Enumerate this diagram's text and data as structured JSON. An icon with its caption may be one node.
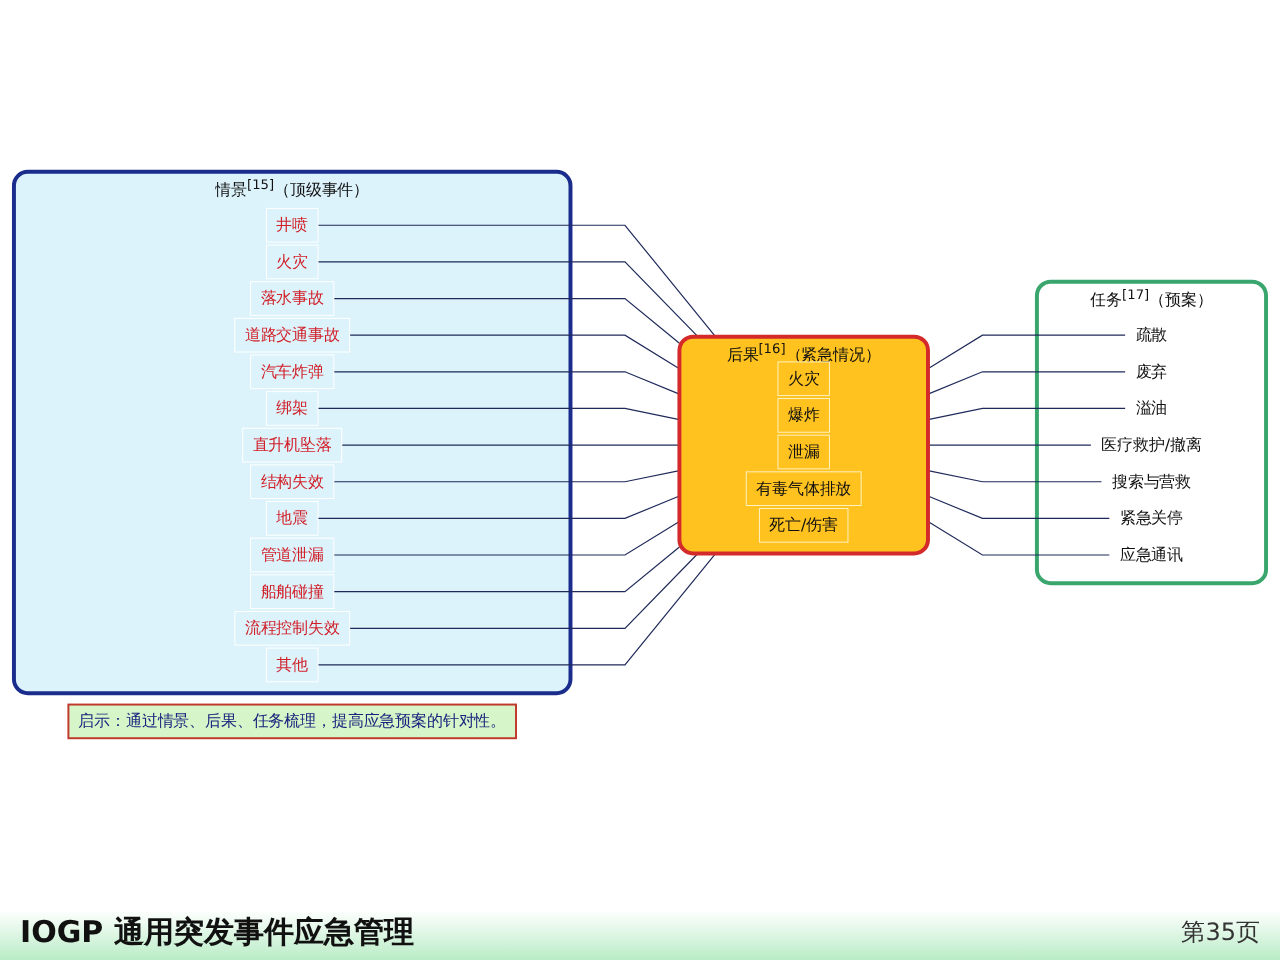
{
  "diagram": {
    "nodes": [
      {
        "text": [
          "情景$^{[15]}$（顶级事件）"
        ]
      },
      {
        "text": [
          "井喷"
        ],
        "in": 0
      },
      {
        "text": [
          "火灾"
        ],
        "in": 0
      },
      {
        "text": [
          "落水事故"
        ],
        "in": 0
      },
      {
        "text": [
          "道路交通事故"
        ],
        "in": 0
      },
      {
        "text": [
          "汽车炸弹"
        ],
        "in": 0
      },
      {
        "text": [
          "绑架"
        ],
        "in": 0
      },
      {
        "text": [
          "直升机坠落"
        ],
        "in": 0
      },
      {
        "text": [
          "结构失效"
        ],
        "in": 0
      },
      {
        "text": [
          "地震"
        ],
        "in": 0
      },
      {
        "text": [
          "管道泄漏"
        ],
        "in": 0
      },
      {
        "text": [
          "船舶碰撞"
        ],
        "in": 0
      },
      {
        "text": [
          "流程控制失效"
        ],
        "in": 0
      },
      {
        "text": [
          "其他"
        ],
        "in": 0
      },
      {
        "text": [
          "后果$^{[16]}$（紧急情况）"
        ]
      },
      {
        "text": [
          "火灾"
        ],
        "in": 14
      },
      {
        "text": [
          "爆炸"
        ],
        "in": 14
      },
      {
        "text": [
          "泄漏"
        ],
        "in": 14
      },
      {
        "text": [
          "有毒气体排放"
        ],
        "in": 14
      },
      {
        "text": [
          "死亡/伤害"
        ],
        "in": 14
      },
      {
        "text": [
          "任务$^{[17]}$（预案）"
        ]
      },
      {
        "text": [
          "疏散"
        ],
        "in": 20
      },
      {
        "text": [
          "废弃"
        ],
        "in": 20
      },
      {
        "text": [
          "溢油"
        ],
        "in": 20
      },
      {
        "text": [
          "医疗救护/撤离"
        ],
        "in": 20
      },
      {
        "text": [
          "搜索与营救"
        ],
        "in": 20
      },
      {
        "text": [
          "紧急关停"
        ],
        "in": 20
      },
      {
        "text": [
          "应急通讯"
        ],
        "in": 20
      },
      {
        "text": [
          "启示：通过情景、后果、任务梳理，提高应急预案的针对性。"
        ]
      }
    ],
    "edges": [
      {
        "from": 1,
        "to": 14,
        "arrow": "none"
      },
      {
        "from": 2,
        "to": 14,
        "arrow": "none"
      },
      {
        "from": 3,
        "to": 14,
        "arrow": "none"
      },
      {
        "from": 4,
        "to": 14,
        "arrow": "none"
      },
      {
        "from": 5,
        "to": 14,
        "arrow": "none"
      },
      {
        "from": 6,
        "to": 14,
        "arrow": "none"
      },
      {
        "from": 7,
        "to": 14,
        "arrow": "none"
      },
      {
        "from": 8,
        "to": 14,
        "arrow": "none"
      },
      {
        "from": 9,
        "to": 14,
        "arrow": "none"
      },
      {
        "from": 10,
        "to": 14,
        "arrow": "none"
      },
      {
        "from": 11,
        "to": 14,
        "arrow": "none"
      },
      {
        "from": 12,
        "to": 14,
        "arrow": "none"
      },
      {
        "from": 13,
        "to": 14,
        "arrow": "none"
      },
      {
        "from": 14,
        "to": 21,
        "arrow": "none"
      },
      {
        "from": 14,
        "to": 22,
        "arrow": "none"
      },
      {
        "from": 14,
        "to": 23,
        "arrow": "none"
      },
      {
        "from": 14,
        "to": 24,
        "arrow": "none"
      },
      {
        "from": 14,
        "to": 25,
        "arrow": "none"
      },
      {
        "from": 14,
        "to": 26,
        "arrow": "none"
      },
      {
        "from": 14,
        "to": 27,
        "arrow": "none"
      }
    ],
    "labels": [
      "IOGP 通用突发事件应急管理",
      "第35页"
    ]
  }
}
